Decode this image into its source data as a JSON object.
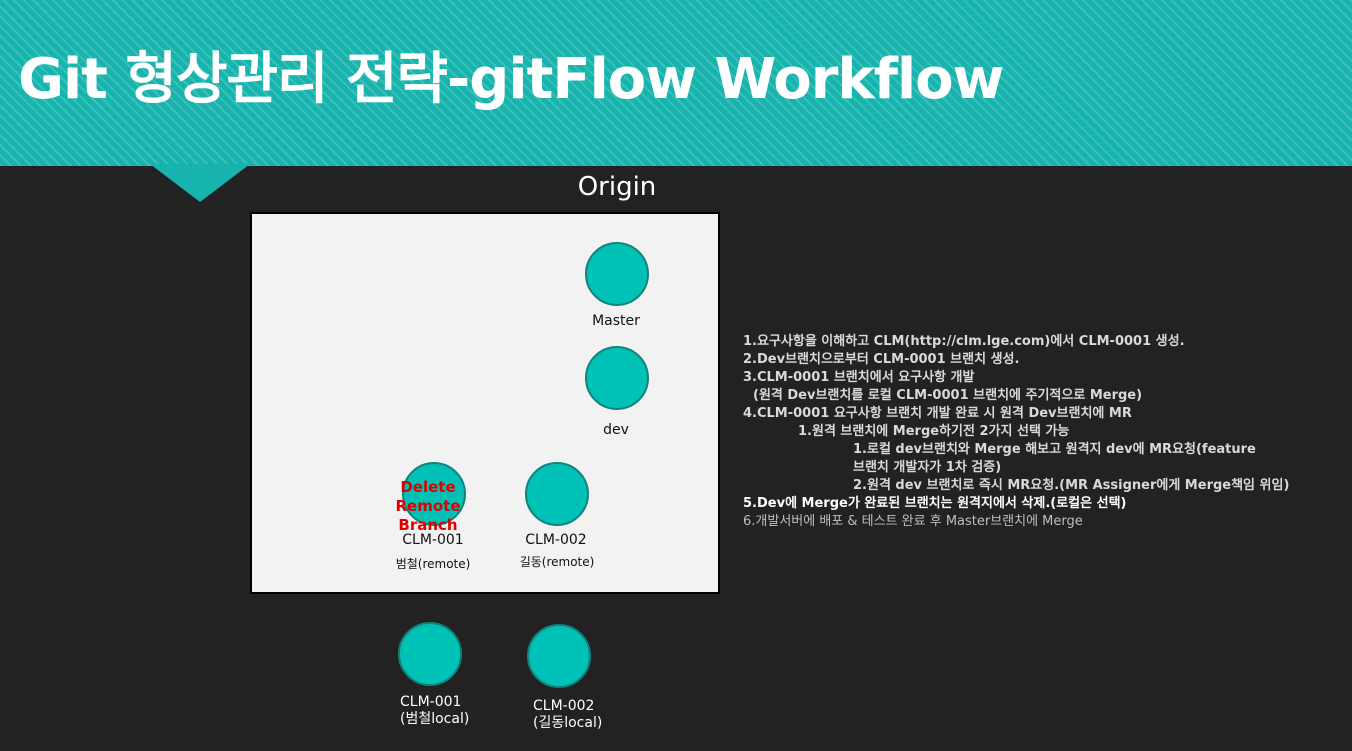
{
  "title": "Git 형상관리 전략-gitFlow Workflow",
  "origin_label": "Origin",
  "nodes": {
    "master": "Master",
    "dev": "dev",
    "clm001_remote": {
      "name": "CLM-001",
      "owner": "범철(remote)"
    },
    "clm002_remote": {
      "name": "CLM-002",
      "owner": "길동(remote)"
    },
    "clm001_local": {
      "line1": "CLM-001",
      "line2": "(범철local)"
    },
    "clm002_local": {
      "line1": "CLM-002",
      "line2": "(길동local)"
    }
  },
  "delete_annotation": {
    "line1": "Delete",
    "line2": "Remote Branch"
  },
  "steps": [
    "1.요구사항을 이해하고 CLM(http://clm.lge.com)에서 CLM-0001 생성.",
    "2.Dev브랜치으로부터 CLM-0001 브랜치 생성.",
    "3.CLM-0001 브랜치에서 요구사항 개발",
    "(원격 Dev브랜치를 로컬 CLM-0001 브랜치에 주기적으로 Merge)",
    "4.CLM-0001 요구사항 브랜치 개발 완료 시 원격 Dev브랜치에 MR",
    "1.원격 브랜치에 Merge하기전 2가지 선택 가능",
    "1.로컬 dev브랜치와 Merge 해보고 원격지 dev에 MR요청(feature",
    "브랜치 개발자가 1차 검증)",
    "2.원격 dev 브랜치로 즉시 MR요청.(MR Assigner에게 Merge책임 위임)",
    "5.Dev에 Merge가 완료된 브랜치는 원격지에서 삭제.(로컬은 선택)",
    "6.개발서버에 배포 & 테스트 완료 후 Master브랜치에 Merge"
  ],
  "colors": {
    "header_teal": "#17b3ad",
    "node_fill": "#00c1b5",
    "background": "#222222",
    "delete_red": "#e00000"
  }
}
